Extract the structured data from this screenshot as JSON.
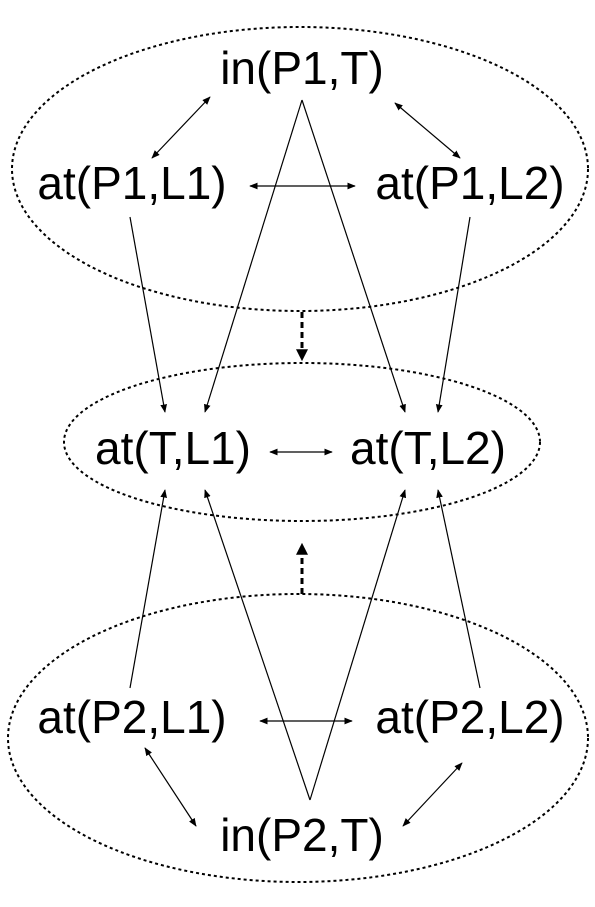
{
  "groups": {
    "top": {
      "nodes": {
        "in_p1_t": "in(P1,T)",
        "at_p1_l1": "at(P1,L1)",
        "at_p1_l2": "at(P1,L2)"
      }
    },
    "middle": {
      "nodes": {
        "at_t_l1": "at(T,L1)",
        "at_t_l2": "at(T,L2)"
      }
    },
    "bottom": {
      "nodes": {
        "at_p2_l1": "at(P2,L1)",
        "at_p2_l2": "at(P2,L2)",
        "in_p2_t": "in(P2,T)"
      }
    }
  },
  "edges": [
    {
      "from": "in_p1_t",
      "to": "at_p1_l1",
      "directed": "both"
    },
    {
      "from": "in_p1_t",
      "to": "at_p1_l2",
      "directed": "both"
    },
    {
      "from": "at_p1_l1",
      "to": "at_p1_l2",
      "directed": "both"
    },
    {
      "from": "in_p1_t",
      "to": "at_t_l1",
      "directed": "forward"
    },
    {
      "from": "in_p1_t",
      "to": "at_t_l2",
      "directed": "forward"
    },
    {
      "from": "at_p1_l1",
      "to": "at_t_l1",
      "directed": "forward"
    },
    {
      "from": "at_p1_l2",
      "to": "at_t_l2",
      "directed": "forward"
    },
    {
      "from": "at_t_l1",
      "to": "at_t_l2",
      "directed": "both"
    },
    {
      "from": "at_p2_l1",
      "to": "at_t_l1",
      "directed": "forward"
    },
    {
      "from": "at_p2_l2",
      "to": "at_t_l2",
      "directed": "forward"
    },
    {
      "from": "in_p2_t",
      "to": "at_t_l1",
      "directed": "forward"
    },
    {
      "from": "in_p2_t",
      "to": "at_t_l2",
      "directed": "forward"
    },
    {
      "from": "at_p2_l1",
      "to": "at_p2_l2",
      "directed": "both"
    },
    {
      "from": "in_p2_t",
      "to": "at_p2_l1",
      "directed": "both"
    },
    {
      "from": "in_p2_t",
      "to": "at_p2_l2",
      "directed": "both"
    },
    {
      "from": "top_group",
      "to": "middle_group",
      "directed": "forward",
      "style": "dashed"
    },
    {
      "from": "bottom_group",
      "to": "middle_group",
      "directed": "forward",
      "style": "dashed"
    }
  ]
}
